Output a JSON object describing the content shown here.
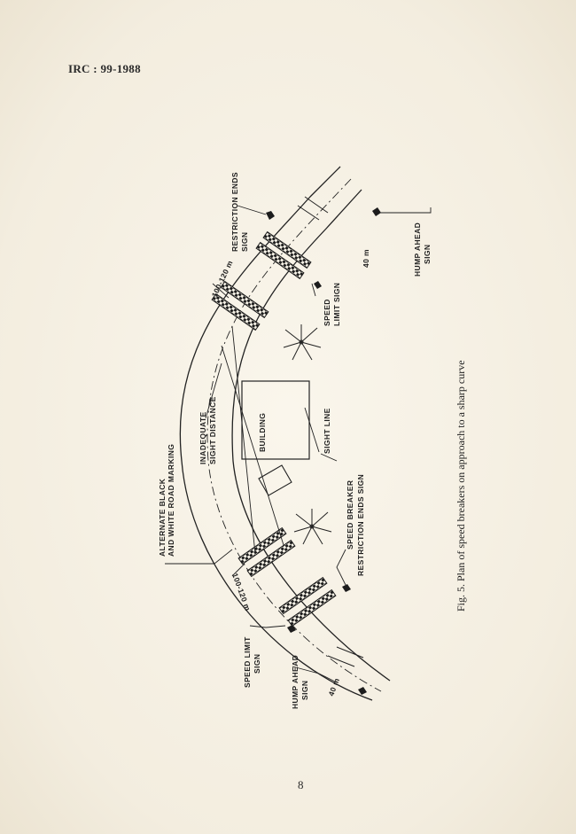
{
  "header": {
    "document_code": "IRC : 99-1988"
  },
  "figure": {
    "caption": "Fig. 5.   Plan of speed breakers on approach to a sharp curve",
    "labels": {
      "alternate_marking_line1": "ALTERNATE BLACK",
      "alternate_marking_line2": "AND WHITE ROAD MARKING",
      "inadequate_line1": "INADEQUATE",
      "inadequate_line2": "SIGHT DISTANCE",
      "building": "BUILDING",
      "sight_line": "SIGHT LINE",
      "speed_breaker": "SPEED BREAKER",
      "restriction_ends_lower": "RESTRICTION ENDS SIGN",
      "restriction_ends_top_line1": "RESTRICTION ENDS",
      "restriction_ends_top_line2": "SIGN",
      "distance_top": "100-120 m",
      "distance_bottom": "100-120 m",
      "speed_limit_top_line1": "SPEED",
      "speed_limit_top_line2": "LIMIT SIGN",
      "distance_40_top": "40 m",
      "hump_ahead_top_line1": "HUMP AHEAD",
      "hump_ahead_top_line2": "SIGN",
      "speed_limit_bottom_line1": "SPEED LIMIT",
      "speed_limit_bottom_line2": "SIGN",
      "hump_ahead_bottom_line1": "HUMP AHEAD",
      "hump_ahead_bottom_line2": "SIGN",
      "distance_40_bottom": "40 m"
    }
  },
  "footer": {
    "page_number": "8"
  }
}
